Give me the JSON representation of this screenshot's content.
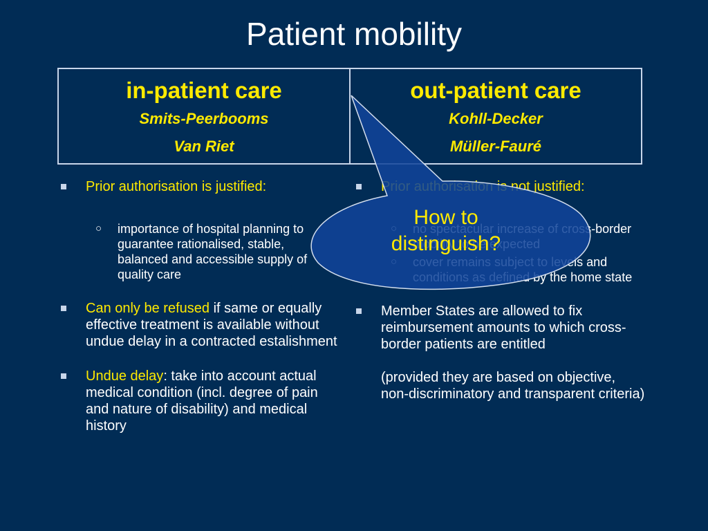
{
  "title": "Patient mobility",
  "columns": [
    {
      "heading": "in-patient care",
      "cases": [
        "Smits-Peerbooms",
        "Van Riet"
      ]
    },
    {
      "heading": "out-patient care",
      "cases": [
        "Kohll-Decker",
        "Müller-Fauré"
      ]
    }
  ],
  "left": {
    "b1": {
      "text": "Prior authorisation is justified:"
    },
    "b1_sub": "importance of hospital planning to guarantee rationalised, stable, balanced and accessible supply of quality care",
    "b2": {
      "highlight": "Can only be refused",
      "rest": " if same or equally effective treatment is available without undue delay in a contracted estalishment"
    },
    "b3": {
      "highlight": "Undue delay",
      "rest": ": take into account actual medical condition (incl. degree of pain and nature of disability) and medical history"
    }
  },
  "right": {
    "b1": {
      "text": "Prior authorisation is not justified:"
    },
    "b1_sub1": "no spectacular increase of cross-border mobility to be expected",
    "b1_sub2": "cover remains subject to levels and conditions as defined by the home state",
    "b2": {
      "text": "Member States are allowed to fix reimbursement amounts to which cross-border patients are entitled"
    },
    "b2_note": "(provided they are based on objective, non-discriminatory and transparent criteria)"
  },
  "callout": {
    "text": "How to distinguish?"
  },
  "colors": {
    "background": "#012c55",
    "accent": "#ffea00",
    "callout_fill": "#10449a",
    "border": "#c8d6ea"
  }
}
